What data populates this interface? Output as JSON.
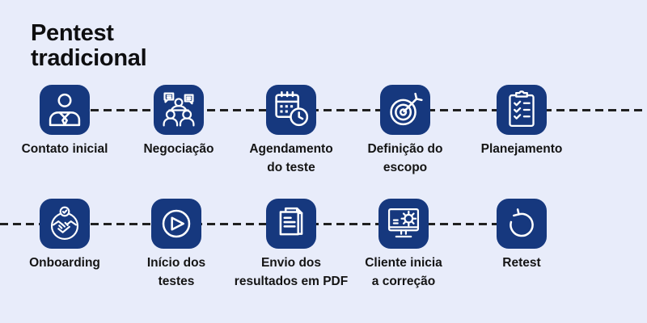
{
  "title": "Pentest\ntradicional",
  "colors": {
    "background": "#e8ecfa",
    "tile": "#16387e",
    "icon_stroke": "#ffffff",
    "connector": "#202020",
    "text": "#141414"
  },
  "flow": {
    "rows": [
      {
        "steps": [
          {
            "label": "Contato inicial",
            "icon": "business-person-icon"
          },
          {
            "label": "Negociação",
            "icon": "negotiation-chat-icon"
          },
          {
            "label": "Agendamento\ndo teste",
            "icon": "calendar-clock-icon"
          },
          {
            "label": "Definição do\nescopo",
            "icon": "target-arrow-icon"
          },
          {
            "label": "Planejamento",
            "icon": "clipboard-checklist-icon"
          }
        ]
      },
      {
        "steps": [
          {
            "label": "Onboarding",
            "icon": "handshake-icon"
          },
          {
            "label": "Início dos\ntestes",
            "icon": "play-icon"
          },
          {
            "label": "Envio dos\nresultados em PDF",
            "icon": "document-report-icon"
          },
          {
            "label": "Cliente inicia\na correção",
            "icon": "monitor-gear-icon"
          },
          {
            "label": "Retest",
            "icon": "retry-arrow-icon"
          }
        ]
      }
    ]
  }
}
